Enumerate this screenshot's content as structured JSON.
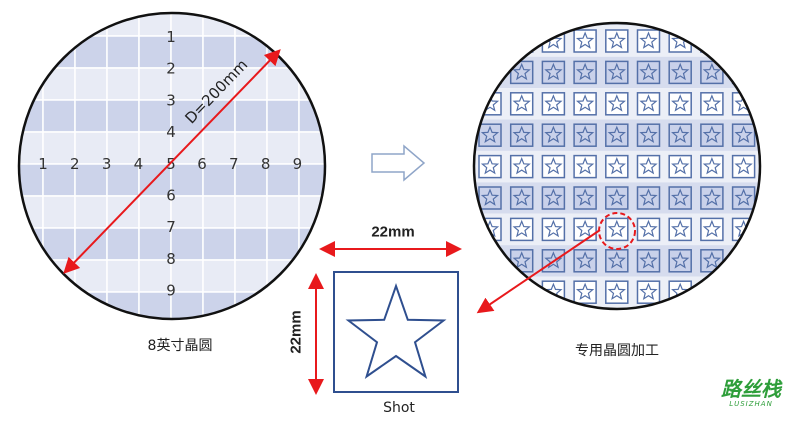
{
  "left_wafer": {
    "label": "8英寸晶圆",
    "diameter_label": "D=200mm",
    "row_numbers": [
      "1",
      "2",
      "3",
      "4",
      "5",
      "6",
      "7",
      "8",
      "9"
    ],
    "column_numbers": [
      "1",
      "2",
      "3",
      "4",
      "5",
      "6",
      "7",
      "8",
      "9"
    ]
  },
  "right_wafer": {
    "label": "专用晶圆加工"
  },
  "shot": {
    "label": "Shot",
    "width_label": "22mm",
    "height_label": "22mm"
  },
  "logo": {
    "text": "路丝栈",
    "subtext": "LUSIZHAN"
  },
  "colors": {
    "grid_light": "#e8ebf5",
    "grid_dark": "#ccd3ea",
    "shot_blue": "#2f4f8f",
    "arrow_red": "#e8191c",
    "outline": "#111111",
    "logo_green": "#2e9e3a"
  }
}
